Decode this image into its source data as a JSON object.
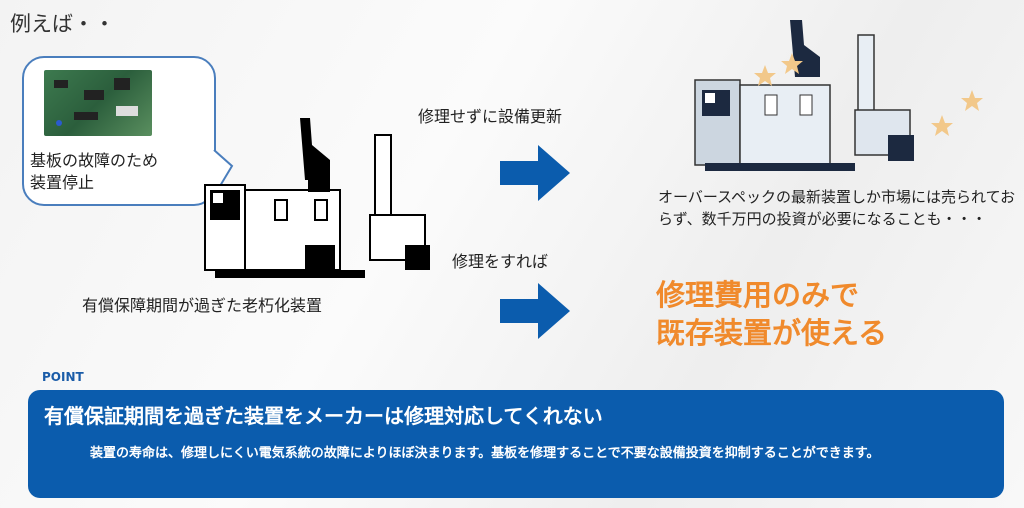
{
  "title": "例えば・・",
  "bubble": {
    "text_line1": "基板の故障のため",
    "text_line2": "装置停止"
  },
  "old_machine_caption": "有償保障期間が過ぎた老朽化装置",
  "option_replace": {
    "label": "修理せずに設備更新",
    "description": "オーバースペックの最新装置しか市場には売られておらず、数千万円の投資が必要になることも・・・"
  },
  "option_repair": {
    "label": "修理をすれば",
    "result_line1": "修理費用のみで",
    "result_line2": "既存装置が使える"
  },
  "point": {
    "heading": "POINT",
    "title": "有償保証期間を過ぎた装置をメーカーは修理対応してくれない",
    "body": "装置の寿命は、修理しにくい電気系統の故障によりほぼ決まります。基板を修理することで不要な設備投資を抑制することができます。"
  },
  "colors": {
    "accent_blue": "#0b5cad",
    "orange": "#f08a2c",
    "arrow": "#0b5cad"
  }
}
